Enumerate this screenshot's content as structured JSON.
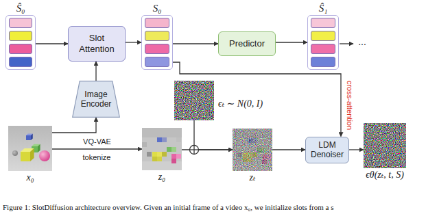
{
  "diagram": {
    "caption": "Figure 1: SlotDiffusion architecture overview. Given an initial frame of a video x₀, we initialize slots from a s",
    "nodes": [
      {
        "text": [
          "Ŝ₀"
        ]
      },
      {
        "text": [
          "Slot Attention"
        ]
      },
      {
        "text": [
          "S₀"
        ]
      },
      {
        "text": [
          "Predictor"
        ]
      },
      {
        "text": [
          "Ŝ₁"
        ]
      },
      {
        "text": [
          "Image Encoder"
        ]
      },
      {
        "text": [
          "ϵₜ ∼ N(0, I)"
        ]
      },
      {
        "text": [
          "x₀"
        ]
      },
      {
        "text": [
          "z₀"
        ]
      },
      {
        "text": [
          "zₜ"
        ]
      },
      {
        "text": [
          "LDM Denoiser"
        ]
      },
      {
        "text": [
          "ϵθ(zₜ, t, S)"
        ]
      }
    ],
    "edges": [
      {
        "from": 0,
        "to": 1,
        "arrow": "to"
      },
      {
        "from": 1,
        "to": 2,
        "arrow": "to"
      },
      {
        "from": 2,
        "to": 3,
        "arrow": "to"
      },
      {
        "from": 3,
        "to": 4,
        "arrow": "to"
      },
      {
        "from": 5,
        "to": 1,
        "arrow": "to"
      },
      {
        "from": 7,
        "to": 5,
        "arrow": "to"
      },
      {
        "from": 7,
        "to": 8,
        "arrow": "to",
        "label": "VQ-VAE"
      },
      {
        "from": 8,
        "to": 9,
        "arrow": "to"
      },
      {
        "from": 6,
        "to": 9,
        "arrow": "to"
      },
      {
        "from": 9,
        "to": 10,
        "arrow": "to"
      },
      {
        "from": 2,
        "to": 10,
        "arrow": "to",
        "label": "cross-attention"
      },
      {
        "from": 10,
        "to": 11,
        "arrow": "to"
      }
    ],
    "labels": [
      "...",
      "tokenize"
    ]
  }
}
